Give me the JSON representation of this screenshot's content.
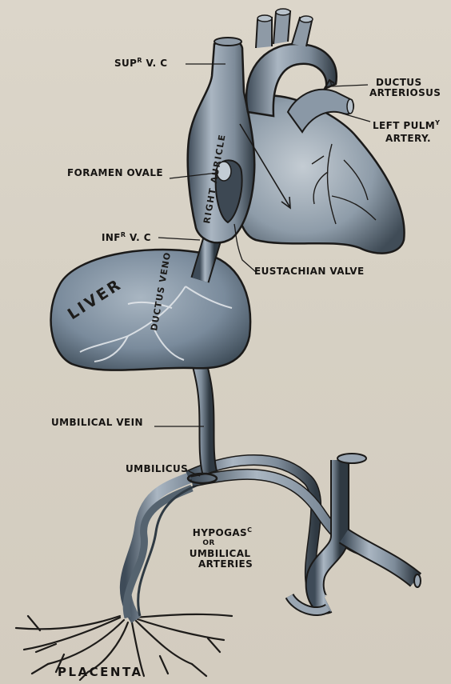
{
  "labels": {
    "sup_vc": {
      "main": "SUP",
      "sup": "R",
      "rest": " V. C"
    },
    "ductus_arteriosus": {
      "line1": "DUCTUS",
      "line2": "ARTERIOSUS"
    },
    "left_pulmy_artery": {
      "line1": "LEFT PULM",
      "sup": "Y",
      "line2": "ARTERY."
    },
    "foramen_ovale": "FORAMEN OVALE",
    "inf_vc": {
      "main": "INF",
      "sup": "R",
      "rest": " V. C"
    },
    "eustachian_valve": "EUSTACHIAN VALVE",
    "umbilical_vein": "UMBILICAL VEIN",
    "umbilicus": "UMBILICUS",
    "hypogastric": {
      "line1": "HYPOGAS",
      "sup": "C",
      "line2": "OR",
      "line3": "UMBILICAL",
      "line4": "ARTERIES"
    },
    "placenta": "PLACENTA"
  },
  "organ_text": {
    "liver": "LIVER",
    "ductus_venosus": "DUCTUS VENO",
    "right_auricle": "RIGHT AURICLE"
  },
  "colors": {
    "vessel": "#8a9aac",
    "vessel_shadow": "#3f4d5c",
    "outline": "#1b1a19",
    "liver": "#7d8fa1",
    "heart": "#9aa7b3",
    "paper": "#d9d3c6"
  }
}
